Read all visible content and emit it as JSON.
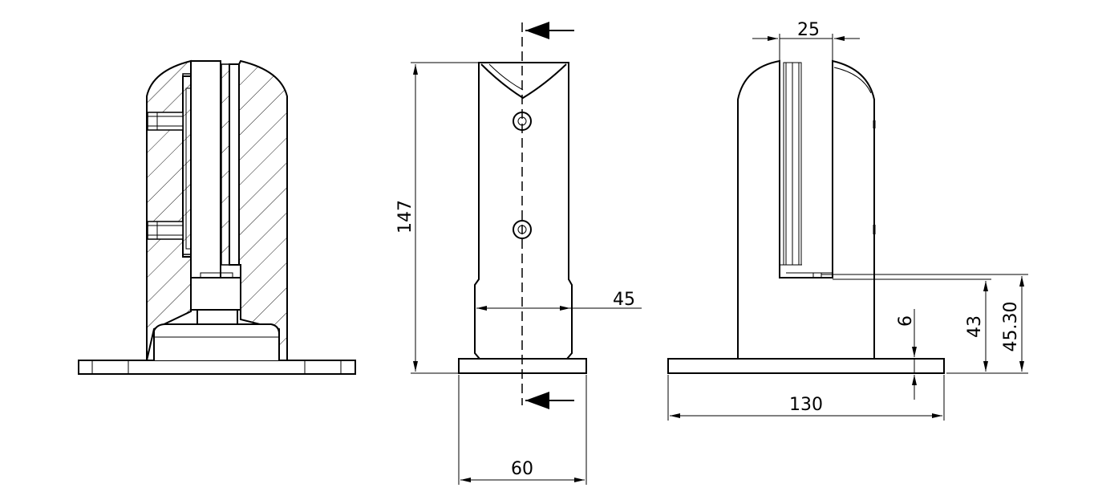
{
  "drawing": {
    "colors": {
      "ink": "#000000",
      "background": "#ffffff"
    },
    "dimensions": {
      "height_total": "147",
      "width_front": "60",
      "inner_width": "45",
      "slot_width": "25",
      "base_width": "130",
      "plate_thickness": "6",
      "slot_height_a": "43",
      "slot_height_b": "45.30"
    }
  }
}
